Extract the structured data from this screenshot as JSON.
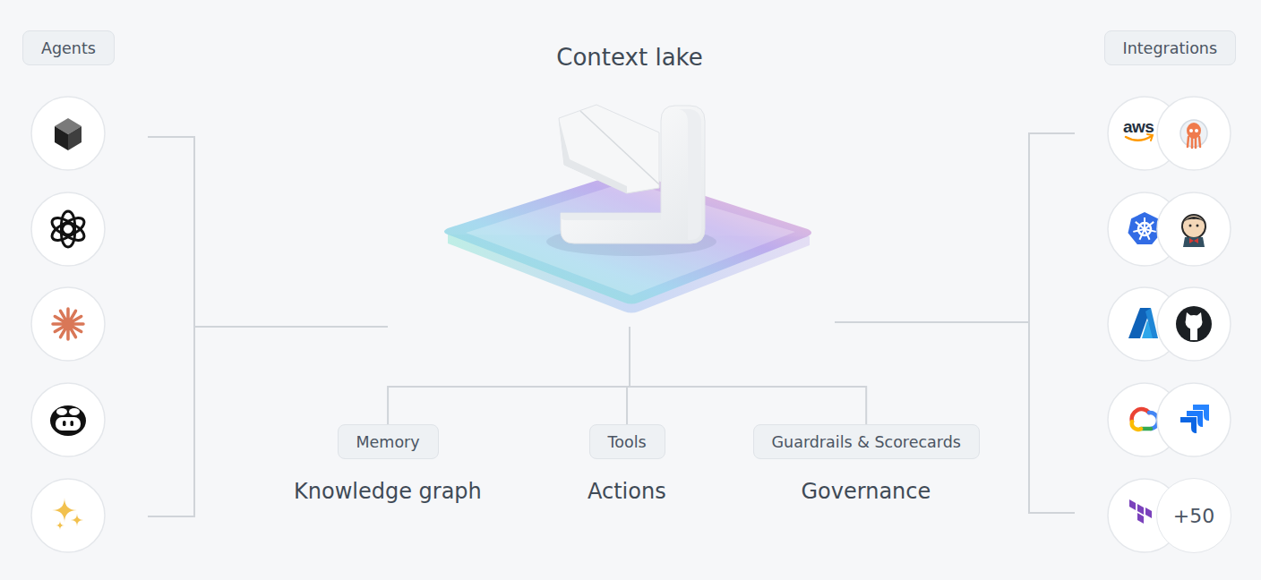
{
  "diagram": {
    "nodes": [
      {
        "text": [
          "Agents"
        ]
      },
      {
        "text": [
          "Context lake"
        ]
      },
      {
        "text": [
          "Integrations"
        ]
      },
      {
        "text": [
          "Memory"
        ]
      },
      {
        "text": [
          "Tools"
        ]
      },
      {
        "text": [
          "Guardrails & Scorecards"
        ]
      },
      {
        "text": [
          "+50"
        ]
      }
    ],
    "edges": [
      {
        "from": 1,
        "to": 3,
        "arrow": "none"
      },
      {
        "from": 1,
        "to": 4,
        "arrow": "none"
      },
      {
        "from": 1,
        "to": 5,
        "arrow": "none"
      }
    ],
    "labels": [
      "Knowledge graph",
      "Actions",
      "Governance",
      "aws"
    ]
  }
}
